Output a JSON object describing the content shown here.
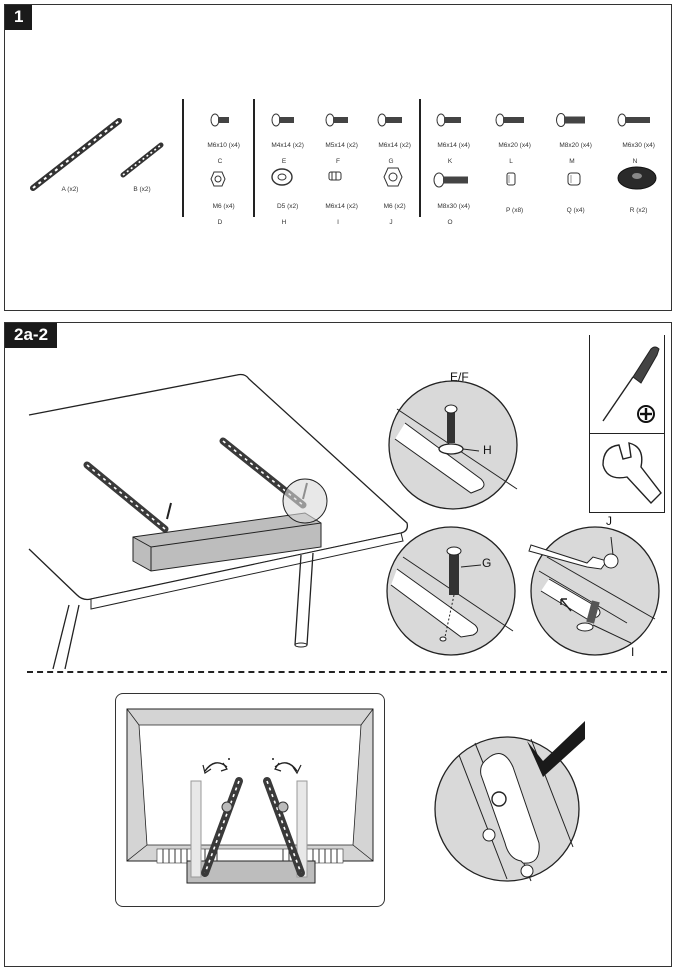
{
  "step1": {
    "badge": "1",
    "parts": [
      {
        "size": "A (x2)",
        "letter": ""
      },
      {
        "size": "B (x2)",
        "letter": ""
      },
      {
        "size": "M6x10 (x4)",
        "letter": "C"
      },
      {
        "size": "M6 (x4)",
        "letter": "D"
      },
      {
        "size": "M4x14 (x2)",
        "letter": "E"
      },
      {
        "size": "M5x14 (x2)",
        "letter": "F"
      },
      {
        "size": "M6x14 (x2)",
        "letter": "G"
      },
      {
        "size": "D5 (x2)",
        "letter": "H"
      },
      {
        "size": "M6x14 (x2)",
        "letter": "I"
      },
      {
        "size": "M6 (x2)",
        "letter": "J"
      },
      {
        "size": "M6x14 (x4)",
        "letter": "K"
      },
      {
        "size": "M6x20 (x4)",
        "letter": "L"
      },
      {
        "size": "M8x20 (x4)",
        "letter": "M"
      },
      {
        "size": "M6x30 (x4)",
        "letter": "N"
      },
      {
        "size": "M8x30 (x4)",
        "letter": "O"
      },
      {
        "size": "P (x8)",
        "letter": ""
      },
      {
        "size": "Q (x4)",
        "letter": ""
      },
      {
        "size": "R (x2)",
        "letter": ""
      }
    ]
  },
  "step2": {
    "badge": "2a-2",
    "callouts": {
      "ef": "E/F",
      "h": "H",
      "g": "G",
      "j": "J",
      "i": "I"
    },
    "tools": [
      "screwdriver-icon",
      "wrench-icon"
    ]
  },
  "colors": {
    "line": "#222222",
    "circle_fill": "#d9d9d9",
    "bracket": "#3a3a3a",
    "tv_fill": "#c8c8c8"
  }
}
